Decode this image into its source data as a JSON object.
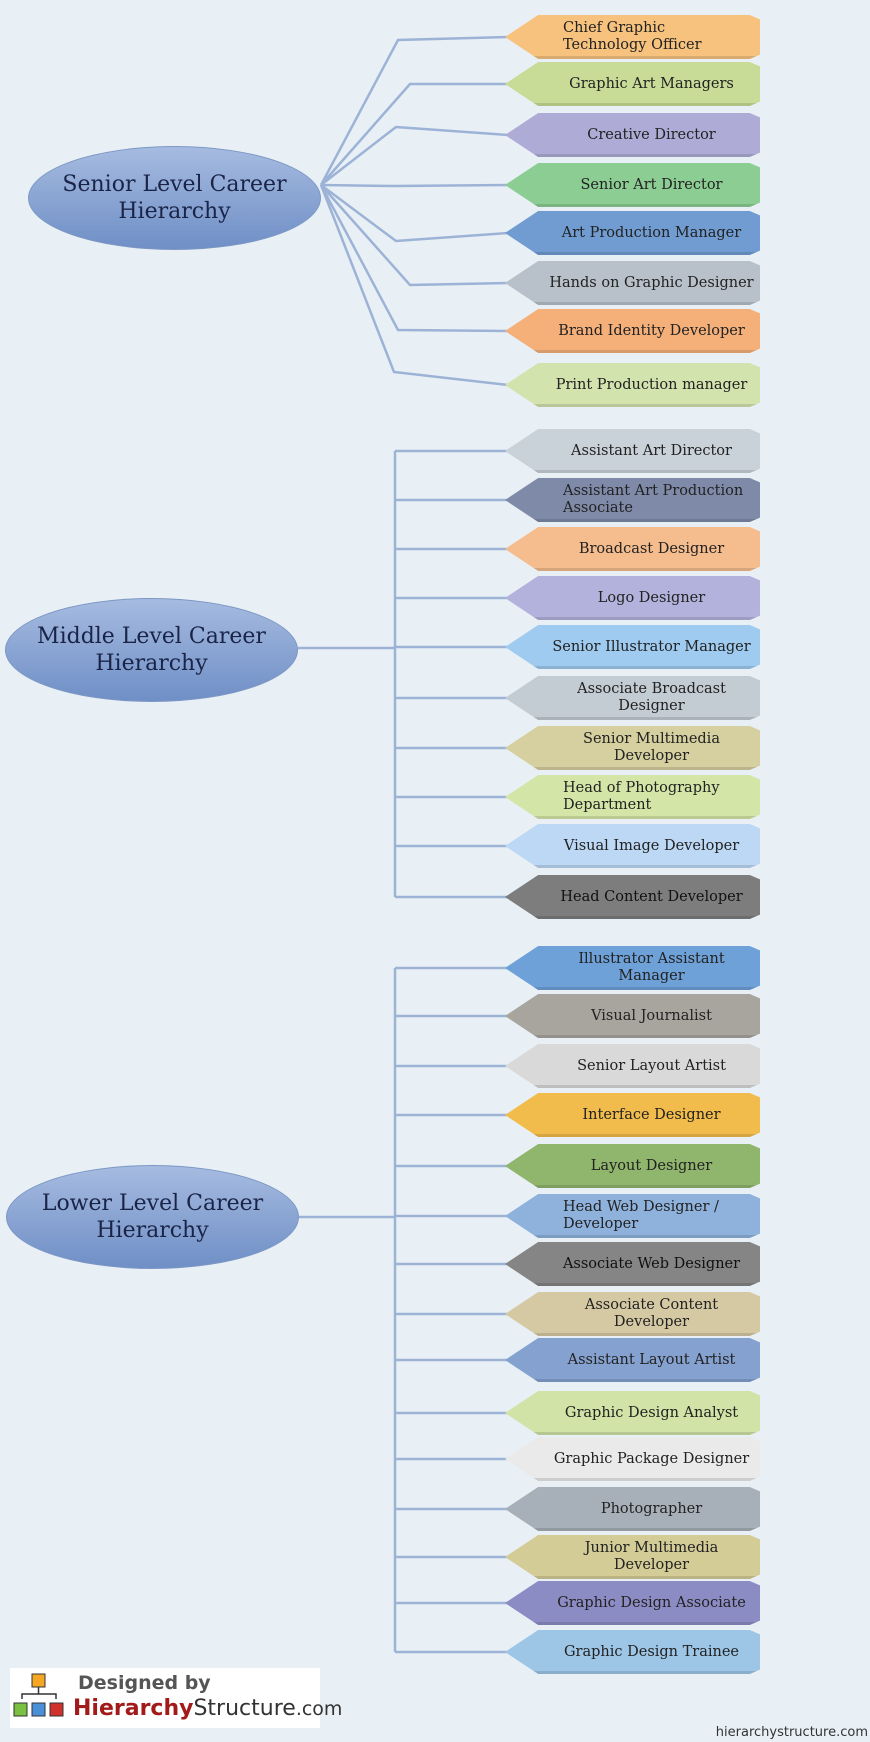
{
  "groups": [
    {
      "label": "Senior Level Career\nHierarchy",
      "nodes": [
        {
          "text": "Chief Graphic\nTechnology Officer",
          "color": "#f7c27d"
        },
        {
          "text": "Graphic Art Managers",
          "color": "#c9dc97"
        },
        {
          "text": "Creative Director",
          "color": "#aeacd6"
        },
        {
          "text": "Senior Art Director",
          "color": "#8ccd93"
        },
        {
          "text": "Art Production Manager",
          "color": "#709cd2"
        },
        {
          "text": "Hands on Graphic Designer",
          "color": "#b8c1c9"
        },
        {
          "text": "Brand Identity Developer",
          "color": "#f5b07a"
        },
        {
          "text": "Print Production manager",
          "color": "#d3e3ad"
        }
      ]
    },
    {
      "label": "Middle Level Career\nHierarchy",
      "nodes": [
        {
          "text": "Assistant Art Director",
          "color": "#c9d1d9"
        },
        {
          "text": "Assistant Art Production\nAssociate",
          "color": "#7e8aa8"
        },
        {
          "text": "Broadcast Designer",
          "color": "#f5bc8d"
        },
        {
          "text": "Logo Designer",
          "color": "#b3b2dc"
        },
        {
          "text": "Senior Illustrator Manager",
          "color": "#9fcbf0"
        },
        {
          "text": "Associate Broadcast Designer",
          "color": "#c3cbd3"
        },
        {
          "text": "Senior Multimedia Developer",
          "color": "#d6cf9f"
        },
        {
          "text": "Head of Photography\nDepartment",
          "color": "#d4e6a7"
        },
        {
          "text": "Visual Image Developer",
          "color": "#bcd8f4"
        },
        {
          "text": "Head Content Developer",
          "color": "#7d7d7d"
        }
      ]
    },
    {
      "label": "Lower Level Career\nHierarchy",
      "nodes": [
        {
          "text": "Illustrator Assistant Manager",
          "color": "#6ea1d8"
        },
        {
          "text": "Visual Journalist",
          "color": "#a8a59e"
        },
        {
          "text": "Senior Layout Artist",
          "color": "#d9d9d9"
        },
        {
          "text": "Interface Designer",
          "color": "#f2bc4c"
        },
        {
          "text": "Layout Designer",
          "color": "#90b56d"
        },
        {
          "text": "Head Web Designer /\nDeveloper",
          "color": "#8fb2dd"
        },
        {
          "text": "Associate Web Designer",
          "color": "#858585"
        },
        {
          "text": "Associate Content Developer",
          "color": "#d5c9a4"
        },
        {
          "text": "Assistant Layout Artist",
          "color": "#85a1d0"
        },
        {
          "text": "Graphic Design Analyst",
          "color": "#d1e3a6"
        },
        {
          "text": "Graphic Package Designer",
          "color": "#eaeaea"
        },
        {
          "text": "Photographer",
          "color": "#a7b0b8"
        },
        {
          "text": "Junior Multimedia Developer",
          "color": "#d4cc96"
        },
        {
          "text": "Graphic Design Associate",
          "color": "#8c8cc5"
        },
        {
          "text": "Graphic Design Trainee",
          "color": "#9cc5e6"
        }
      ]
    }
  ],
  "logo": {
    "designed_by": "Designed by",
    "brand_bold": "Hierarchy",
    "brand_rest": "Structure",
    "brand_tld": ".com",
    "colors": [
      "#f5a623",
      "#7ac142",
      "#4a90d9",
      "#d0312d"
    ]
  },
  "footer": "hierarchystructure.com"
}
